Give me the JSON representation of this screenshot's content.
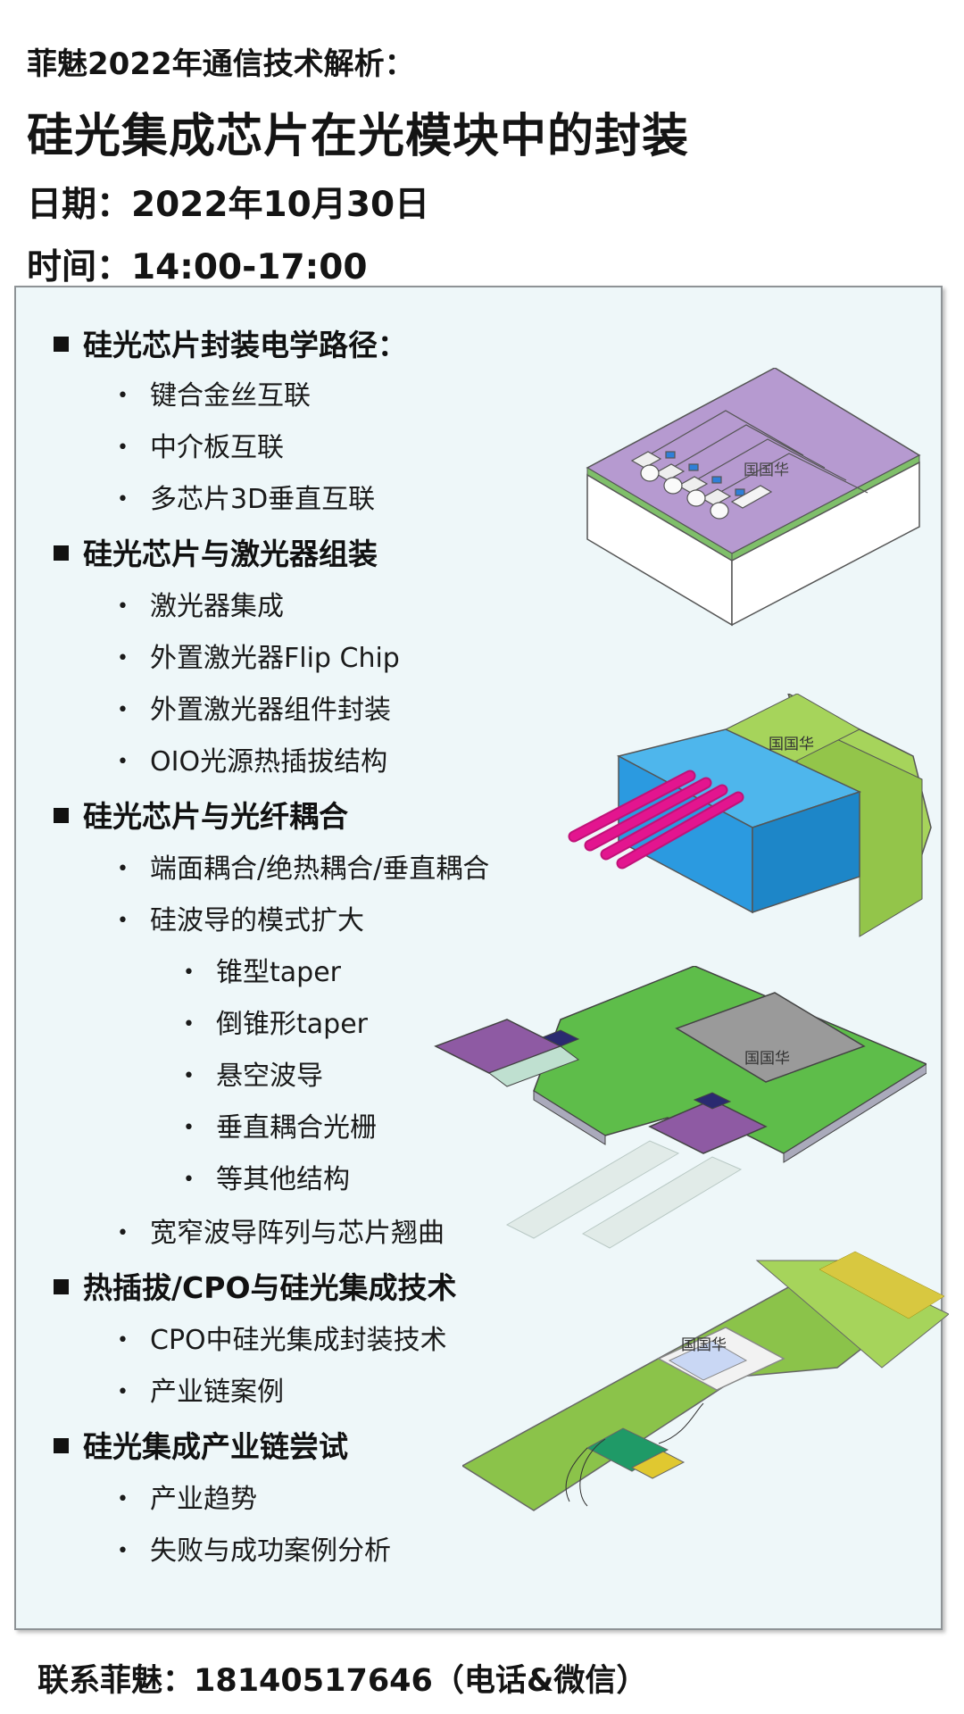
{
  "header": {
    "subtitle": "菲魅2022年通信技术解析：",
    "title": "硅光集成芯片在光模块中的封装",
    "date": "日期：2022年10月30日",
    "time": "时间：14:00-17:00"
  },
  "outline": [
    {
      "level": 1,
      "text": "硅光芯片封装电学路径："
    },
    {
      "level": 2,
      "text": "键合金丝互联"
    },
    {
      "level": 2,
      "text": "中介板互联"
    },
    {
      "level": 2,
      "text": "多芯片3D垂直互联"
    },
    {
      "level": 1,
      "text": "硅光芯片与激光器组装"
    },
    {
      "level": 2,
      "text": "激光器集成"
    },
    {
      "level": 2,
      "text": "外置激光器Flip Chip"
    },
    {
      "level": 2,
      "text": "外置激光器组件封装"
    },
    {
      "level": 2,
      "text": "OIO光源热插拔结构"
    },
    {
      "level": 1,
      "text": "硅光芯片与光纤耦合"
    },
    {
      "level": 2,
      "text": "端面耦合/绝热耦合/垂直耦合"
    },
    {
      "level": 2,
      "text": "硅波导的模式扩大"
    },
    {
      "level": 3,
      "text": "锥型taper"
    },
    {
      "level": 3,
      "text": "倒锥形taper"
    },
    {
      "level": 3,
      "text": "悬空波导"
    },
    {
      "level": 3,
      "text": "垂直耦合光栅"
    },
    {
      "level": 3,
      "text": "等其他结构"
    },
    {
      "level": 2,
      "text": "宽窄波导阵列与芯片翘曲"
    },
    {
      "level": 1,
      "text": "热插拔/CPO与硅光集成技术"
    },
    {
      "level": 2,
      "text": "CPO中硅光集成封装技术"
    },
    {
      "level": 2,
      "text": "产业链案例"
    },
    {
      "level": 1,
      "text": "硅光集成产业链尝试"
    },
    {
      "level": 2,
      "text": "产业趋势"
    },
    {
      "level": 2,
      "text": "失败与成功案例分析"
    }
  ],
  "bullet_glyph": "•",
  "figures": {
    "watermark": "国国华"
  },
  "contact": "联系菲魅：18140517646（电话&微信）",
  "colors": {
    "panel_bg": "#eef7f9",
    "purple": "#b69ad0",
    "blue": "#2f9fe6",
    "green": "#5ebd4a",
    "magenta": "#e3158f",
    "lime": "#a6d45b"
  }
}
